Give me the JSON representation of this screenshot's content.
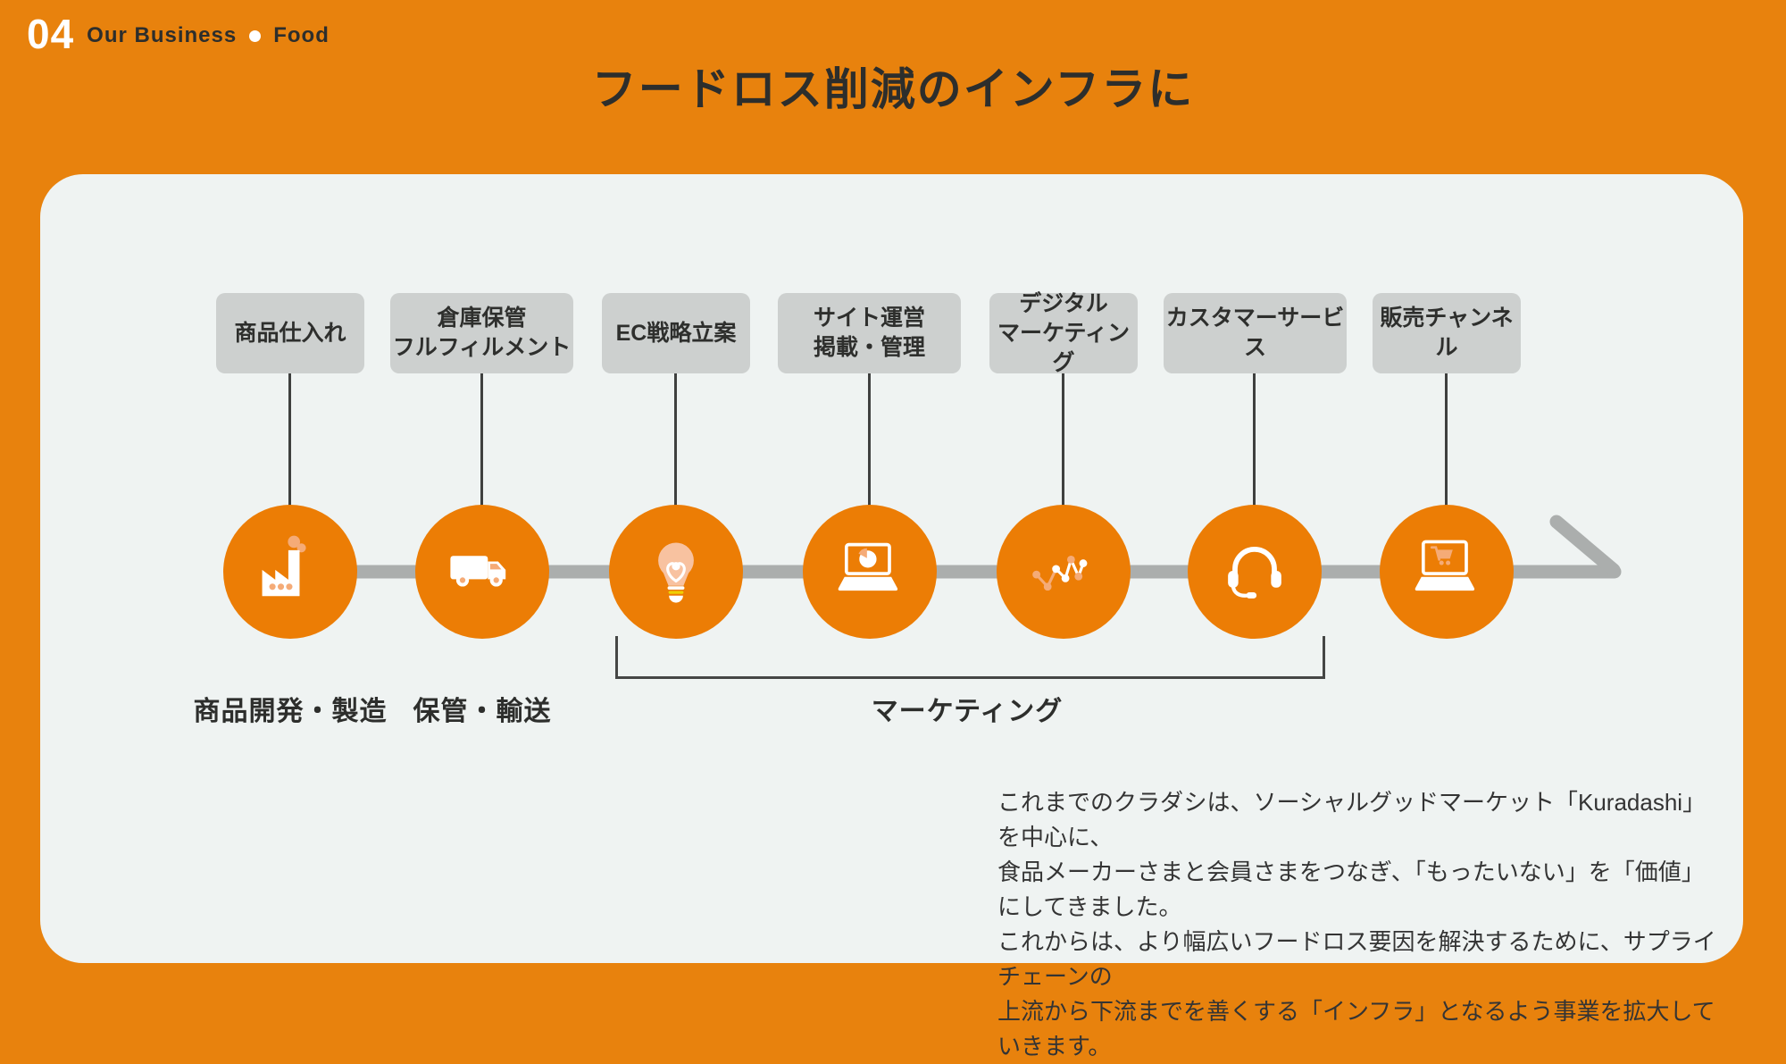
{
  "page": {
    "number": "04",
    "section": "Our Business",
    "category": "Food",
    "title": "フードロス削減のインフラに"
  },
  "colors": {
    "bg": "#E8820D",
    "panel": "#EFF3F2",
    "circle": "#EC7D05",
    "accent": "#F5AB77",
    "bulb": "#F8C2A0",
    "yellow": "#F0D000",
    "box": "#CDD0CF",
    "box_text": "#2E2F2D",
    "line": "#ABAEAD",
    "connector": "#3F403F",
    "bracket": "#454645",
    "title_text": "#2D2E2C",
    "body_text": "#343434",
    "white": "#FFFFFF"
  },
  "diagram": {
    "steps": [
      {
        "icon": "factory-icon",
        "box_lines": [
          "商品仕入れ"
        ]
      },
      {
        "icon": "truck-icon",
        "box_lines": [
          "倉庫保管",
          "フルフィルメント"
        ]
      },
      {
        "icon": "lightbulb-icon",
        "box_lines": [
          "EC戦略立案"
        ]
      },
      {
        "icon": "laptop-pie-chart-icon",
        "box_lines": [
          "サイト運営",
          "掲載・管理"
        ]
      },
      {
        "icon": "digital-analytics-icon",
        "box_lines": [
          "デジタル",
          "マーケティング"
        ]
      },
      {
        "icon": "headset-icon",
        "box_lines": [
          "カスタマーサービス"
        ]
      },
      {
        "icon": "laptop-cart-icon",
        "box_lines": [
          "販売チャンネル"
        ]
      }
    ],
    "stages": [
      {
        "label": "商品開発・製造"
      },
      {
        "label": "保管・輸送"
      },
      {
        "label": "マーケティング"
      }
    ]
  },
  "description": {
    "line1": "これまでのクラダシは、ソーシャルグッドマーケット「Kuradashi」を中心に、",
    "line2": "食品メーカーさまと会員さまをつなぎ、「もったいない」を「価値」にしてきました。",
    "line3": "これからは、より幅広いフードロス要因を解決するために、サプライチェーンの",
    "line4": "上流から下流までを善くする「インフラ」となるよう事業を拡大していきます。"
  }
}
